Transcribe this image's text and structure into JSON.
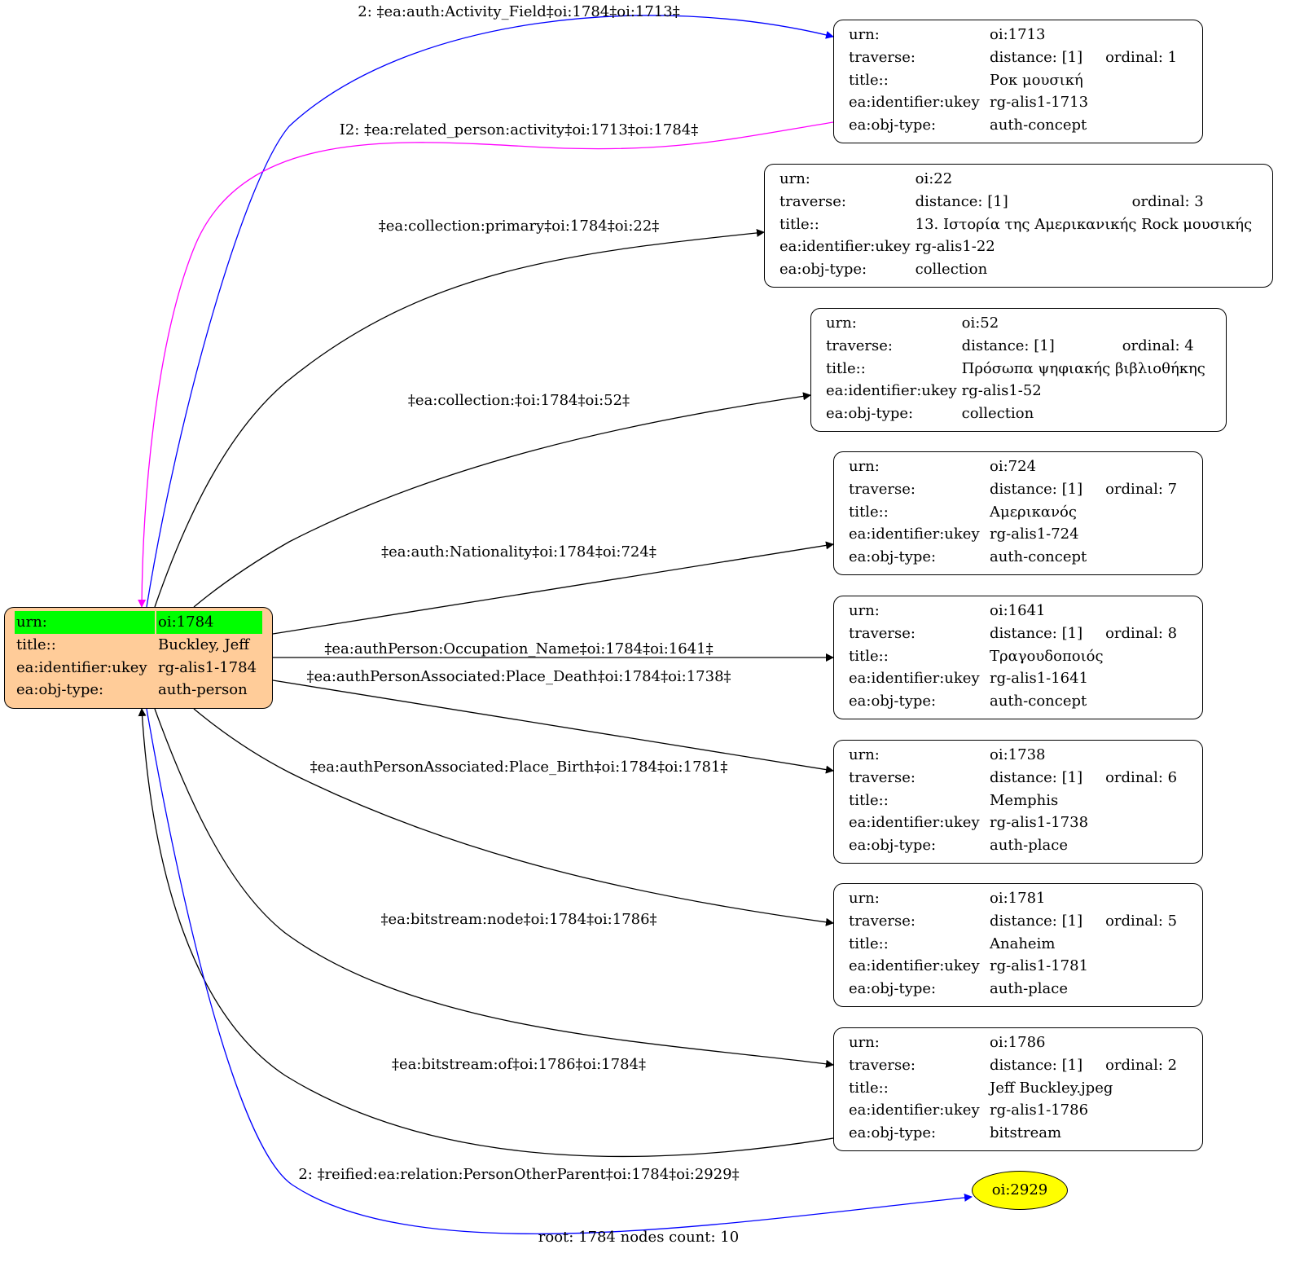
{
  "root": {
    "rows": [
      {
        "key": "urn:",
        "value": "oi:1784",
        "highlight": true
      },
      {
        "key": "title::",
        "value": "Buckley, Jeff"
      },
      {
        "key": "ea:identifier:ukey",
        "value": "rg-alis1-1784"
      },
      {
        "key": "ea:obj-type:",
        "value": "auth-person"
      }
    ]
  },
  "nodes": [
    {
      "urn": "oi:1713",
      "distance": "distance: [1]",
      "ordinal": "ordinal: 1",
      "title": "Ροκ μουσική",
      "ukey": "rg-alis1-1713",
      "type": "auth-concept"
    },
    {
      "urn": "oi:22",
      "distance": "distance: [1]",
      "ordinal": "ordinal: 3",
      "title": "13. Ιστορία της Αμερικανικής Rock μουσικής",
      "ukey": "rg-alis1-22",
      "type": "collection"
    },
    {
      "urn": "oi:52",
      "distance": "distance: [1]",
      "ordinal": "ordinal: 4",
      "title": "Πρόσωπα ψηφιακής βιβλιοθήκης",
      "ukey": "rg-alis1-52",
      "type": "collection"
    },
    {
      "urn": "oi:724",
      "distance": "distance: [1]",
      "ordinal": "ordinal: 7",
      "title": "Αμερικανός",
      "ukey": "rg-alis1-724",
      "type": "auth-concept"
    },
    {
      "urn": "oi:1641",
      "distance": "distance: [1]",
      "ordinal": "ordinal: 8",
      "title": "Τραγουδοποιός",
      "ukey": "rg-alis1-1641",
      "type": "auth-concept"
    },
    {
      "urn": "oi:1738",
      "distance": "distance: [1]",
      "ordinal": "ordinal: 6",
      "title": "Memphis",
      "ukey": "rg-alis1-1738",
      "type": "auth-place"
    },
    {
      "urn": "oi:1781",
      "distance": "distance: [1]",
      "ordinal": "ordinal: 5",
      "title": "Anaheim",
      "ukey": "rg-alis1-1781",
      "type": "auth-place"
    },
    {
      "urn": "oi:1786",
      "distance": "distance: [1]",
      "ordinal": "ordinal: 2",
      "title": "Jeff Buckley.jpeg",
      "ukey": "rg-alis1-1786",
      "type": "bitstream"
    }
  ],
  "field_labels": {
    "urn": "urn:",
    "traverse": "traverse:",
    "title": "title::",
    "ukey": "ea:identifier:ukey",
    "type": "ea:obj-type:"
  },
  "ellipse_node": {
    "label": "oi:2929",
    "fill": "#ffff00"
  },
  "edges": [
    {
      "label": "2: ‡ea:auth:Activity_Field‡oi:1784‡oi:1713‡",
      "color": "#0000ff"
    },
    {
      "label": "I2: ‡ea:related_person:activity‡oi:1713‡oi:1784‡",
      "color": "#ff00ff"
    },
    {
      "label": "‡ea:collection:primary‡oi:1784‡oi:22‡",
      "color": "#000000"
    },
    {
      "label": "‡ea:collection:‡oi:1784‡oi:52‡",
      "color": "#000000"
    },
    {
      "label": "‡ea:auth:Nationality‡oi:1784‡oi:724‡",
      "color": "#000000"
    },
    {
      "label": "‡ea:authPerson:Occupation_Name‡oi:1784‡oi:1641‡",
      "color": "#000000"
    },
    {
      "label": "‡ea:authPersonAssociated:Place_Death‡oi:1784‡oi:1738‡",
      "color": "#000000"
    },
    {
      "label": "‡ea:authPersonAssociated:Place_Birth‡oi:1784‡oi:1781‡",
      "color": "#000000"
    },
    {
      "label": "‡ea:bitstream:node‡oi:1784‡oi:1786‡",
      "color": "#000000"
    },
    {
      "label": "‡ea:bitstream:of‡oi:1786‡oi:1784‡",
      "color": "#000000"
    },
    {
      "label": "2: ‡reified:ea:relation:PersonOtherParent‡oi:1784‡oi:2929‡",
      "color": "#0000ff"
    }
  ],
  "footer": "root: 1784 nodes count: 10",
  "colors": {
    "root_fill": "#ffcc99",
    "highlight": "#00ff00",
    "blue_edge": "#0000ff",
    "magenta_edge": "#ff00ff"
  }
}
